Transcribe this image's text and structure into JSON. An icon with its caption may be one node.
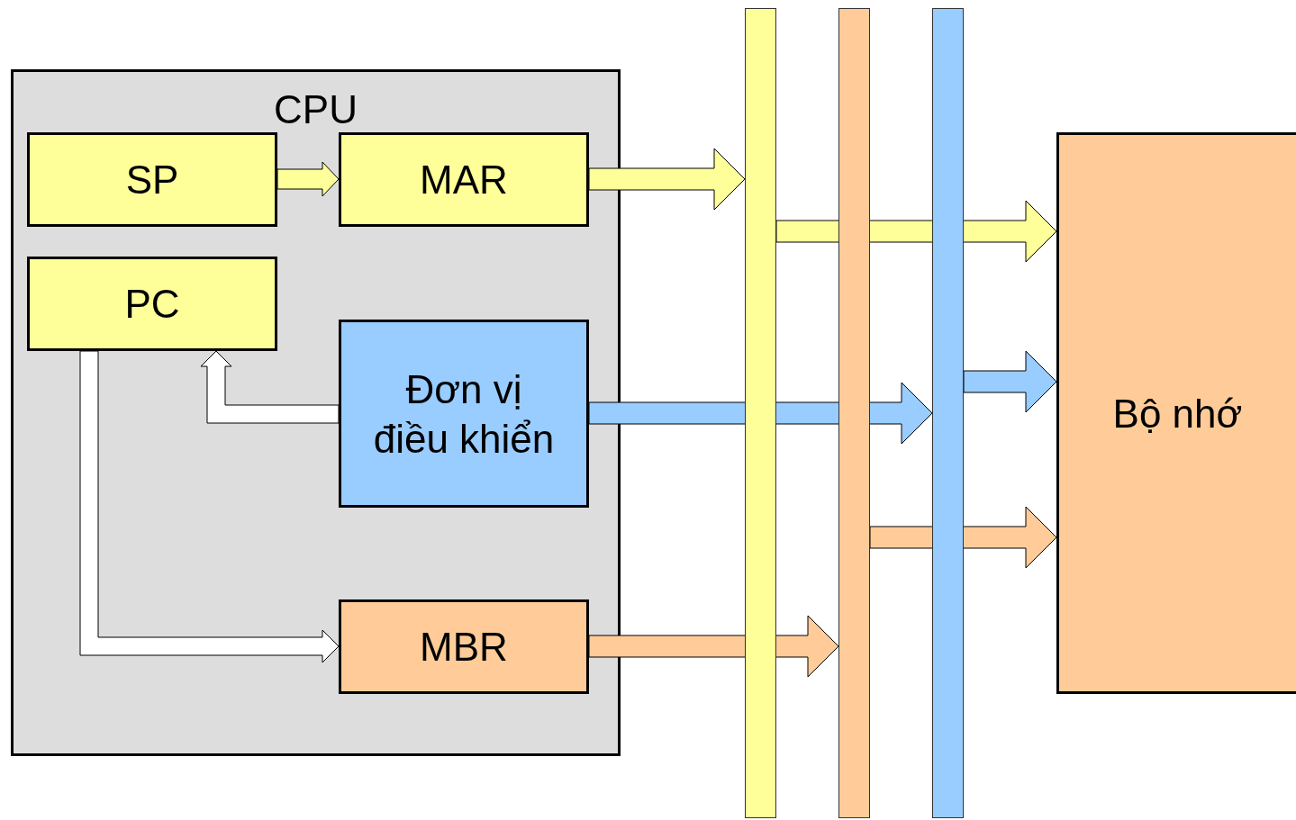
{
  "diagram": {
    "nodes": [
      {
        "text": [
          "CPU"
        ]
      },
      {
        "text": [
          "SP"
        ],
        "in": 0
      },
      {
        "text": [
          "MAR"
        ],
        "in": 0
      },
      {
        "text": [
          "PC"
        ],
        "in": 0
      },
      {
        "text": [
          "Đơn vị điều khiển"
        ],
        "in": 0
      },
      {
        "text": [
          "MBR"
        ],
        "in": 0
      },
      {
        "text": [],
        "shape": "bar"
      },
      {
        "text": [],
        "shape": "bar"
      },
      {
        "text": [],
        "shape": "bar"
      },
      {
        "text": [
          "Bộ nhớ"
        ]
      }
    ],
    "edges": [
      {
        "from": 1,
        "to": 2,
        "arrow": "to",
        "color": "#ffff99"
      },
      {
        "from": 2,
        "to": 6,
        "arrow": "to",
        "color": "#ffff99"
      },
      {
        "from": 6,
        "to": 9,
        "arrow": "to",
        "color": "#ffff99"
      },
      {
        "from": 4,
        "to": 3,
        "arrow": "to",
        "color": "#ffffff"
      },
      {
        "from": 3,
        "to": 5,
        "arrow": "to",
        "color": "#ffffff"
      },
      {
        "from": 4,
        "to": 8,
        "arrow": "to",
        "color": "#99ccff"
      },
      {
        "from": 8,
        "to": 9,
        "arrow": "to",
        "color": "#99ccff"
      },
      {
        "from": 5,
        "to": 7,
        "arrow": "to",
        "color": "#ffcc99"
      },
      {
        "from": 7,
        "to": 9,
        "arrow": "to",
        "color": "#ffcc99"
      }
    ]
  }
}
